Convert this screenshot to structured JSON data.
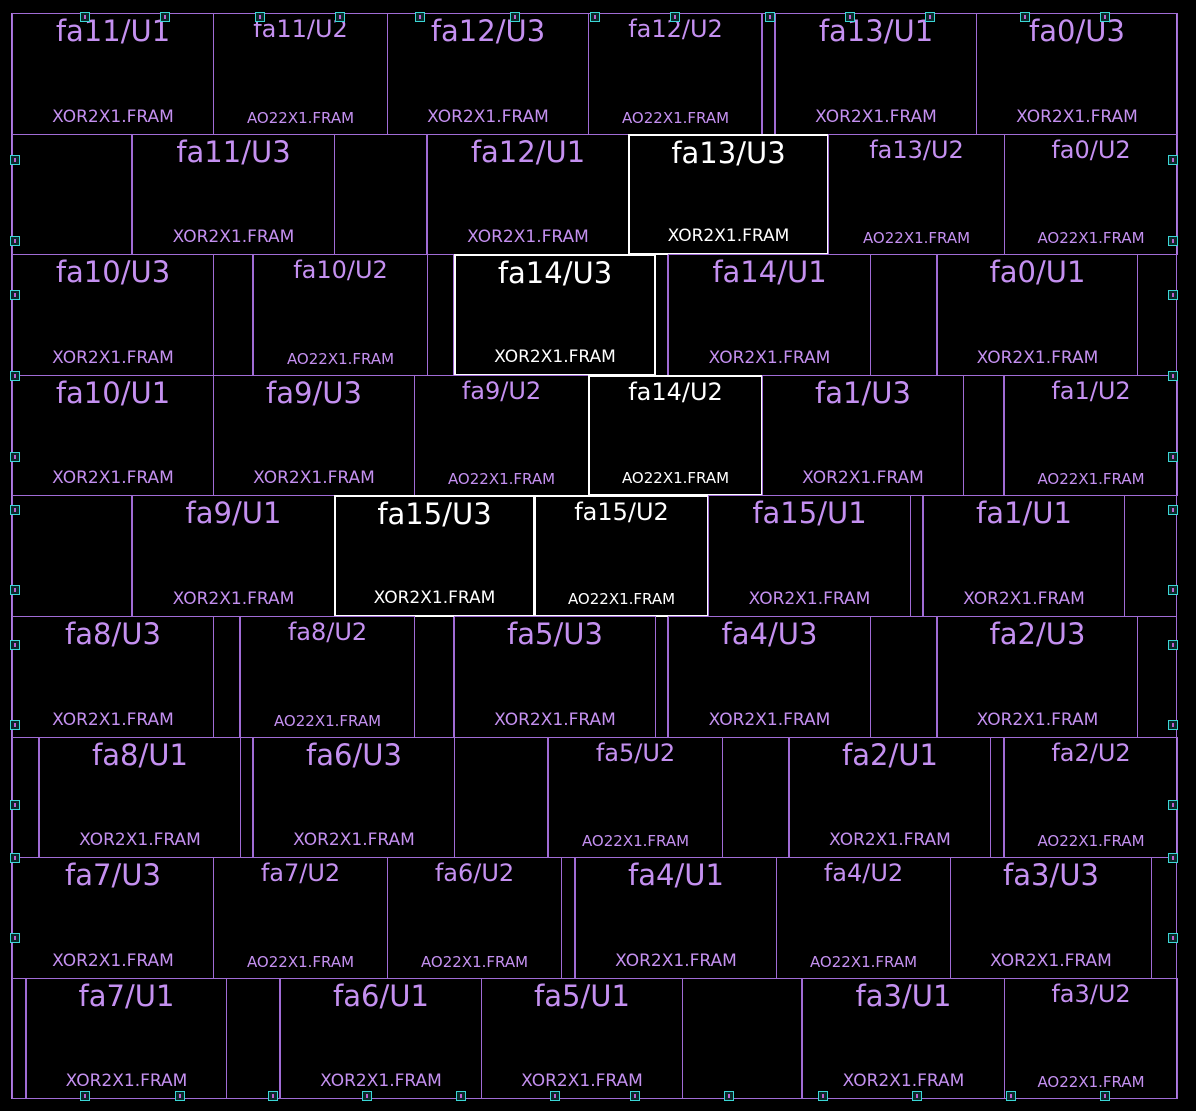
{
  "rows": [
    [
      {
        "name": "fa11/U1",
        "type": "XOR2X1.FRAM"
      },
      {
        "name": "fa11/U2",
        "type": "AO22X1.FRAM"
      },
      {
        "name": "fa12/U3",
        "type": "XOR2X1.FRAM"
      },
      {
        "name": "fa12/U2",
        "type": "AO22X1.FRAM"
      },
      {
        "name": "fa13/U1",
        "type": "XOR2X1.FRAM"
      },
      {
        "name": "fa0/U3",
        "type": "XOR2X1.FRAM"
      }
    ],
    [
      {
        "name": "fa11/U3",
        "type": "XOR2X1.FRAM"
      },
      {
        "name": "fa12/U1",
        "type": "XOR2X1.FRAM"
      },
      {
        "name": "fa13/U3",
        "type": "XOR2X1.FRAM",
        "highlighted": true
      },
      {
        "name": "fa13/U2",
        "type": "AO22X1.FRAM"
      },
      {
        "name": "fa0/U2",
        "type": "AO22X1.FRAM"
      }
    ],
    [
      {
        "name": "fa10/U3",
        "type": "XOR2X1.FRAM"
      },
      {
        "name": "fa10/U2",
        "type": "AO22X1.FRAM"
      },
      {
        "name": "fa14/U3",
        "type": "XOR2X1.FRAM",
        "highlighted": true
      },
      {
        "name": "fa14/U1",
        "type": "XOR2X1.FRAM"
      },
      {
        "name": "fa0/U1",
        "type": "XOR2X1.FRAM"
      }
    ],
    [
      {
        "name": "fa10/U1",
        "type": "XOR2X1.FRAM"
      },
      {
        "name": "fa9/U3",
        "type": "XOR2X1.FRAM"
      },
      {
        "name": "fa9/U2",
        "type": "AO22X1.FRAM"
      },
      {
        "name": "fa14/U2",
        "type": "AO22X1.FRAM",
        "highlighted": true
      },
      {
        "name": "fa1/U3",
        "type": "XOR2X1.FRAM"
      },
      {
        "name": "fa1/U2",
        "type": "AO22X1.FRAM"
      }
    ],
    [
      {
        "name": "fa9/U1",
        "type": "XOR2X1.FRAM"
      },
      {
        "name": "fa15/U3",
        "type": "XOR2X1.FRAM",
        "highlighted": true
      },
      {
        "name": "fa15/U2",
        "type": "AO22X1.FRAM",
        "highlighted": true
      },
      {
        "name": "fa15/U1",
        "type": "XOR2X1.FRAM"
      },
      {
        "name": "fa1/U1",
        "type": "XOR2X1.FRAM"
      }
    ],
    [
      {
        "name": "fa8/U3",
        "type": "XOR2X1.FRAM"
      },
      {
        "name": "fa8/U2",
        "type": "AO22X1.FRAM"
      },
      {
        "name": "fa5/U3",
        "type": "XOR2X1.FRAM"
      },
      {
        "name": "fa4/U3",
        "type": "XOR2X1.FRAM"
      },
      {
        "name": "fa2/U3",
        "type": "XOR2X1.FRAM"
      }
    ],
    [
      {
        "name": "fa8/U1",
        "type": "XOR2X1.FRAM"
      },
      {
        "name": "fa6/U3",
        "type": "XOR2X1.FRAM"
      },
      {
        "name": "fa5/U2",
        "type": "AO22X1.FRAM"
      },
      {
        "name": "fa2/U1",
        "type": "XOR2X1.FRAM"
      },
      {
        "name": "fa2/U2",
        "type": "AO22X1.FRAM"
      }
    ],
    [
      {
        "name": "fa7/U3",
        "type": "XOR2X1.FRAM"
      },
      {
        "name": "fa7/U2",
        "type": "AO22X1.FRAM"
      },
      {
        "name": "fa6/U2",
        "type": "AO22X1.FRAM"
      },
      {
        "name": "fa4/U1",
        "type": "XOR2X1.FRAM"
      },
      {
        "name": "fa4/U2",
        "type": "AO22X1.FRAM"
      },
      {
        "name": "fa3/U3",
        "type": "XOR2X1.FRAM"
      }
    ],
    [
      {
        "name": "fa7/U1",
        "type": "XOR2X1.FRAM"
      },
      {
        "name": "fa6/U1",
        "type": "XOR2X1.FRAM"
      },
      {
        "name": "fa5/U1",
        "type": "XOR2X1.FRAM"
      },
      {
        "name": "fa3/U1",
        "type": "XOR2X1.FRAM"
      },
      {
        "name": "fa3/U2",
        "type": "AO22X1.FRAM"
      }
    ]
  ],
  "colors": {
    "background": "#000000",
    "cell_outline": "#a06cd5",
    "label": "#c490f0",
    "highlight": "#ffffff",
    "pin_outline": "#3cd6d6",
    "pin_fill": "#c060d0"
  }
}
